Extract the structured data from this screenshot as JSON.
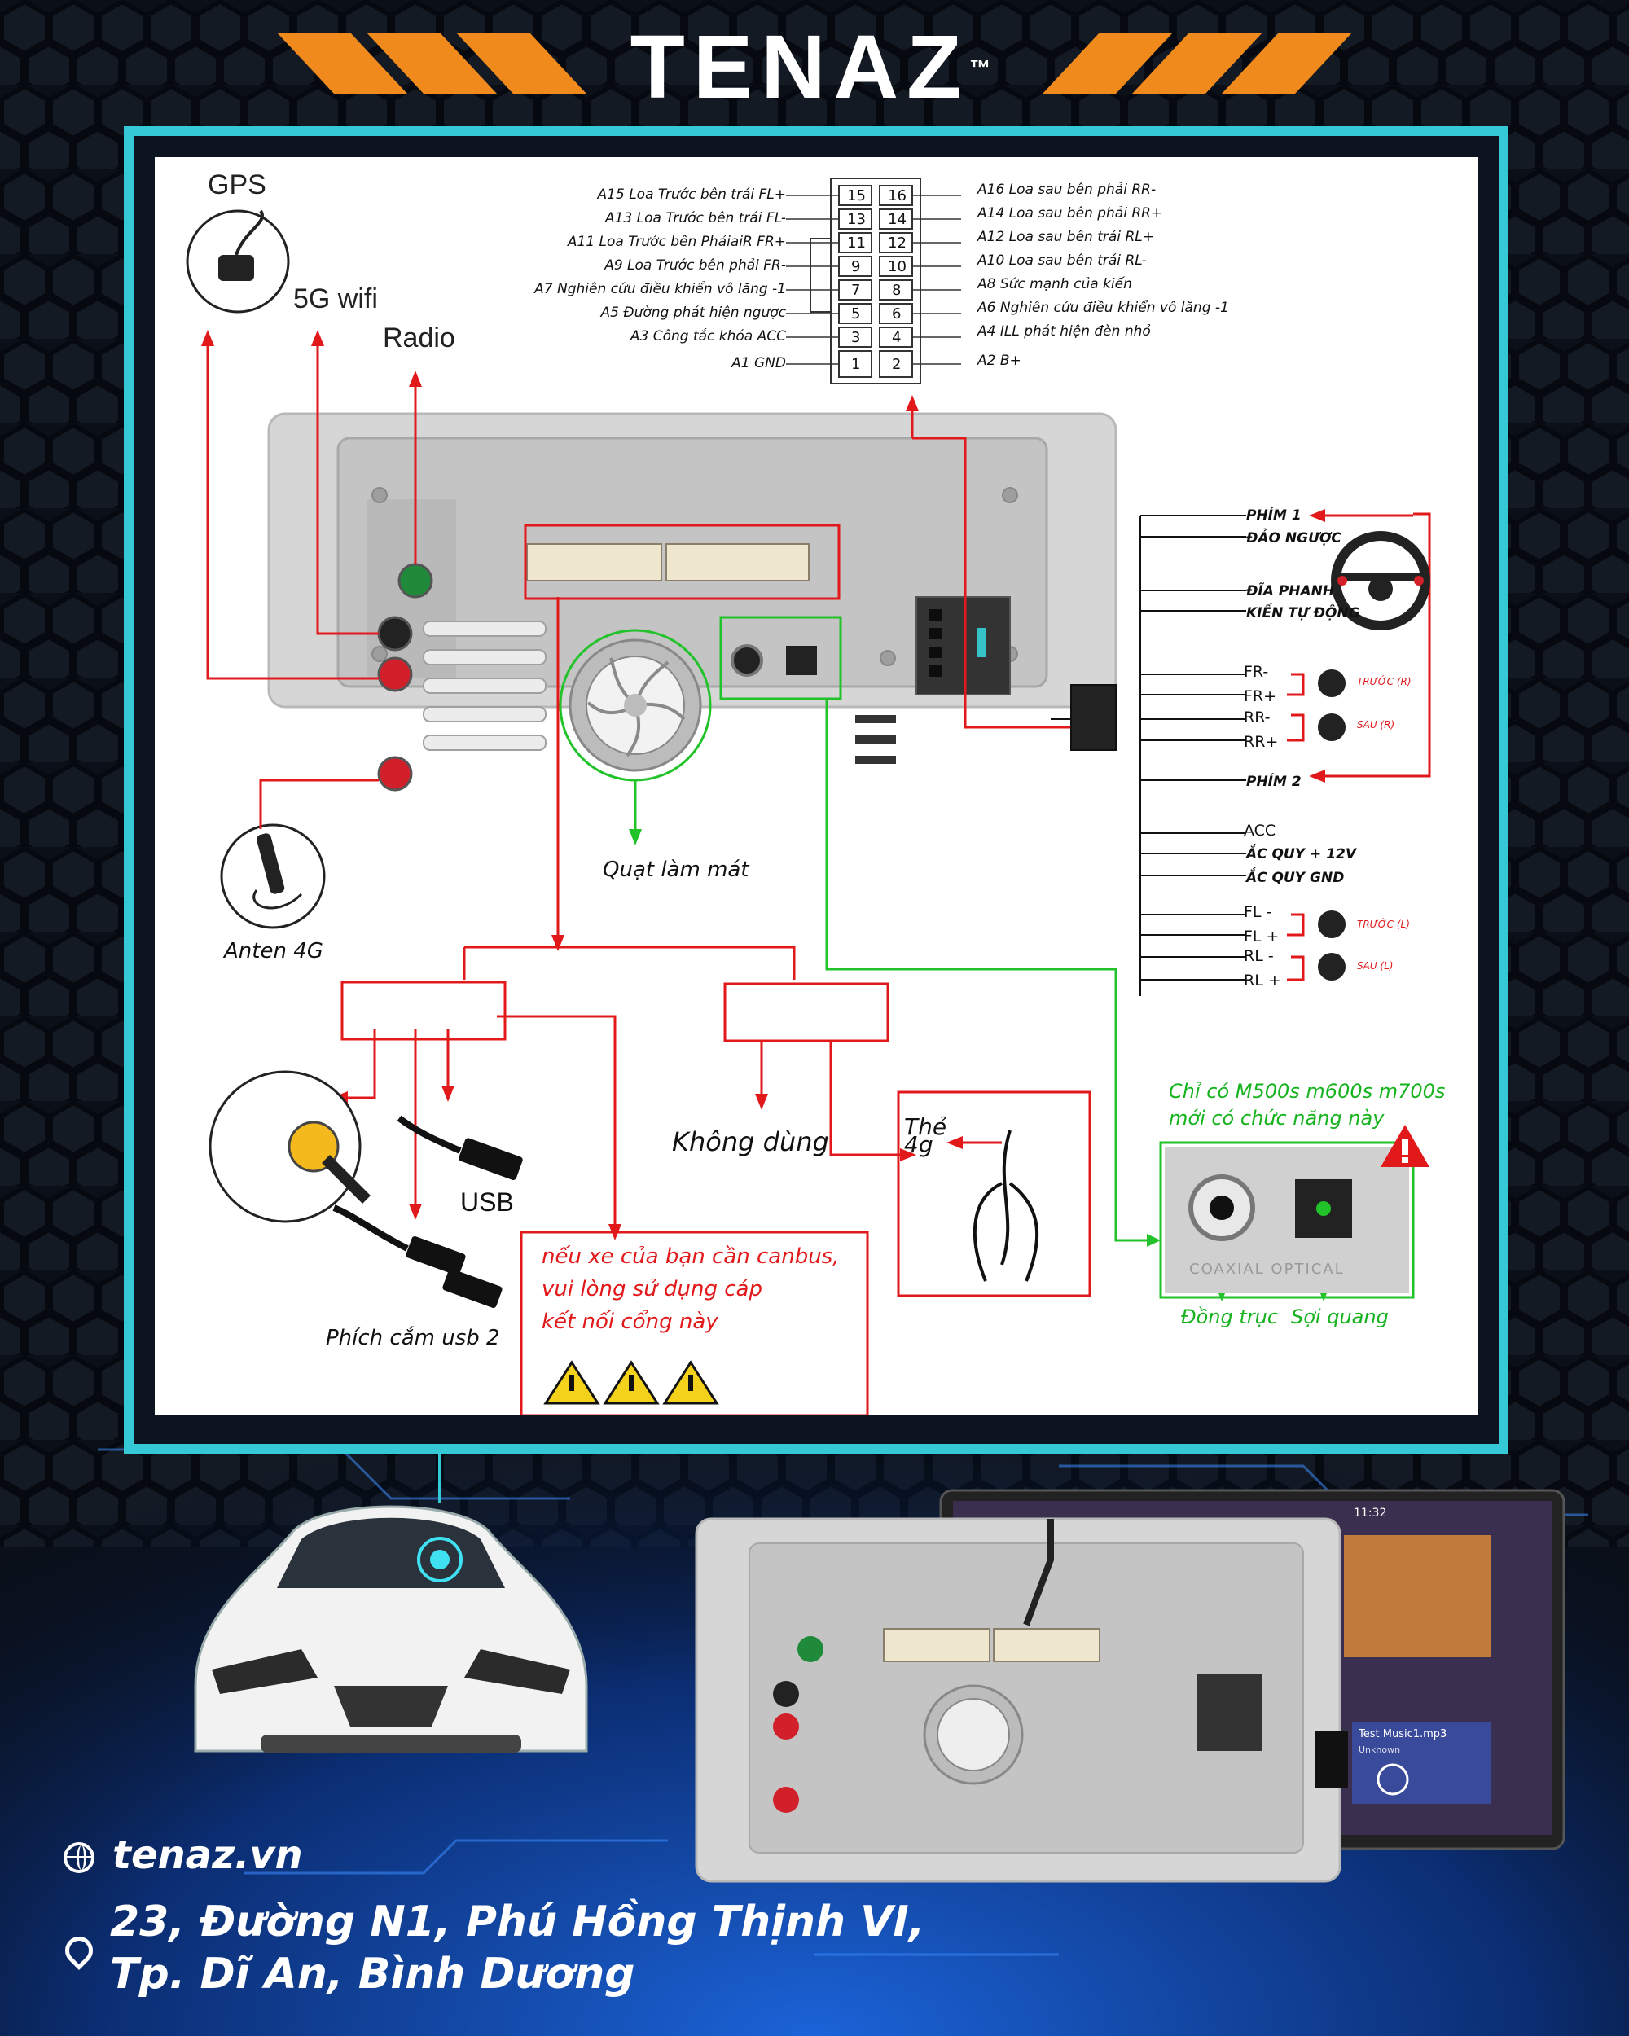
{
  "brand": {
    "name": "TENAZ",
    "tm": "™"
  },
  "pinout": {
    "left": [
      "A15 Loa Trước bên trái FL+",
      "A13 Loa Trước bên trái FL-",
      "A11 Loa Trước bên PhảiaiR FR+",
      "A9 Loa Trước bên phải FR-",
      "A7 Nghiên cứu điều khiển vô lăng -1",
      "A5 Đường phát hiện ngược",
      "A3 Công tắc khóa ACC",
      "A1 GND"
    ],
    "right": [
      "A16 Loa sau bên phải RR-",
      "A14 Loa sau bên phải RR+",
      "A12 Loa sau bên trái RL+",
      "A10 Loa sau bên trái RL-",
      "A8 Sức mạnh của kiến",
      "A6 Nghiên cứu điều khiển vô lăng -1",
      "A4 ILL phát hiện đèn nhỏ",
      "A2 B+"
    ],
    "pins_left": [
      "15",
      "13",
      "11",
      "9",
      "7",
      "5",
      "3",
      "1"
    ],
    "pins_right": [
      "16",
      "14",
      "12",
      "10",
      "8",
      "6",
      "4",
      "2"
    ]
  },
  "antennas": {
    "gps": "GPS",
    "wifi": "5G wifi",
    "radio": "Radio",
    "anten4g": "Anten 4G"
  },
  "fan_label": "Quạt làm mát",
  "harness": {
    "phim1": "PHÍM 1",
    "dao_nguoc": "ĐẢO NGƯỢC",
    "dia_phanh": "ĐĨA PHANH",
    "kien_tu_dong": "KIẾN TỰ ĐỘNG",
    "fr_minus": "FR-",
    "fr_plus": "FR+",
    "rr_minus": "RR-",
    "rr_plus": "RR+",
    "truoc_r": "TRƯỚC (R)",
    "sau_r": "SAU (R)",
    "phim2": "PHÍM 2",
    "acc": "ACC",
    "ac_quy_12v": "ẮC QUY + 12V",
    "ac_quy_gnd": "ẮC QUY GND",
    "fl_minus": "FL -",
    "fl_plus": "FL +",
    "rl_minus": "RL -",
    "rl_plus": "RL +",
    "truoc_l": "TRƯỚC (L)",
    "sau_l": "SAU (L)"
  },
  "usb": {
    "usb_label": "USB",
    "plug2": "Phích cắm usb 2"
  },
  "canbus_note": [
    "nếu xe của bạn cần canbus,",
    "vui lòng sử dụng cáp",
    "kết nối cổng này"
  ],
  "khong_dung": "Không dùng",
  "the4g": [
    "Thẻ",
    "4g"
  ],
  "model_note": [
    "Chỉ có M500s m600s m700s",
    "mới có chức năng này"
  ],
  "audio_out": {
    "coaxial": "Đồng trục",
    "optical": "Sợi quang",
    "port_text": "COAXIAL  OPTICAL"
  },
  "screen": {
    "time": "11:32",
    "song": "Test Music1.mp3",
    "artist": "Unknown"
  },
  "footer": {
    "website": "tenaz.vn",
    "address_line1": "23, Đường N1, Phú Hồng Thịnh VI,",
    "address_line2": "Tp. Dĩ An, Bình Dương"
  },
  "colors": {
    "accent": "#35c9d8",
    "wire_red": "#e1191b",
    "wire_green": "#22c22a",
    "logo_orange": "#f08a1c"
  }
}
